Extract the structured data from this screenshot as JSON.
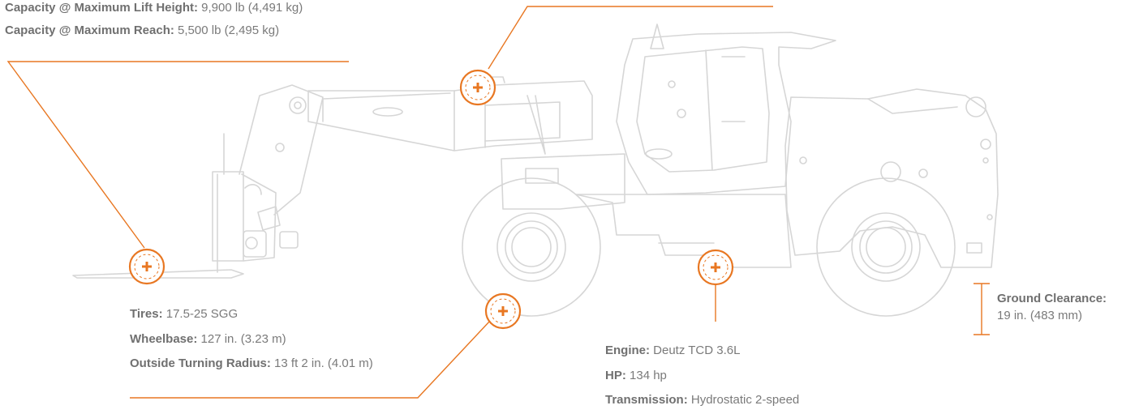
{
  "colors": {
    "accent": "#e87722",
    "outline": "#d6d6d6",
    "text": "#707070"
  },
  "hotspot_icon": "plus-icon",
  "specs": {
    "capacity": {
      "lift_height_label": "Capacity @ Maximum Lift Height:",
      "lift_height_value": " 9,900 lb (4,491 kg)",
      "reach_label": "Capacity @ Maximum Reach:",
      "reach_value": " 5,500 lb (2,495 kg)"
    },
    "chassis": {
      "tires_label": "Tires:",
      "tires_value": " 17.5-25 SGG",
      "wheelbase_label": "Wheelbase:",
      "wheelbase_value": " 127 in. (3.23 m)",
      "turning_label": "Outside Turning Radius:",
      "turning_value": " 13 ft 2 in. (4.01 m)"
    },
    "powertrain": {
      "engine_label": "Engine:",
      "engine_value": " Deutz TCD 3.6L",
      "hp_label": "HP:",
      "hp_value": " 134 hp",
      "transmission_label": "Transmission:",
      "transmission_value": " Hydrostatic 2-speed"
    },
    "clearance": {
      "label": "Ground Clearance:",
      "value": "19 in. (483 mm)"
    }
  }
}
